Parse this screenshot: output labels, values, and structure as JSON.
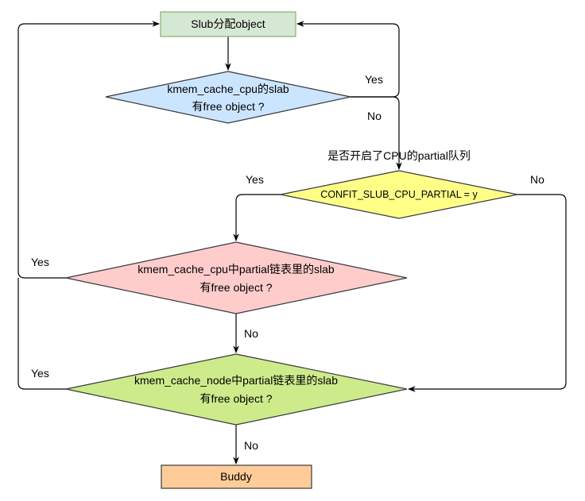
{
  "diagram": {
    "colors": {
      "start_fill": "#d5e8d4",
      "start_stroke": "#82b366",
      "cpu_fill": "#cce5ff",
      "cpu_stroke": "#36393d",
      "partial_cfg_fill": "#ffff88",
      "partial_cfg_stroke": "#36393d",
      "cpu_partial_fill": "#ffcccc",
      "cpu_partial_stroke": "#36393d",
      "node_partial_fill": "#cdeb8b",
      "node_partial_stroke": "#36393d",
      "buddy_fill": "#ffcc99",
      "buddy_stroke": "#36393d",
      "edge": "#000000"
    },
    "nodes": {
      "start": {
        "label": "Slub分配object"
      },
      "cpu_check": {
        "line1": "kmem_cache_cpu的slab",
        "line2": "有free object ?"
      },
      "partial_config": {
        "label": "CONFIT_SLUB_CPU_PARTIAL = y"
      },
      "cpu_partial_check": {
        "line1": "kmem_cache_cpu中partial链表里的slab",
        "line2": "有free object ?"
      },
      "node_partial_check": {
        "line1": "kmem_cache_node中partial链表里的slab",
        "line2": "有free object ?"
      },
      "buddy": {
        "label": "Buddy"
      }
    },
    "annotations": {
      "partial_question": "是否开启了CPU的partial队列"
    },
    "edge_labels": {
      "cpu_yes": "Yes",
      "cpu_no": "No",
      "cfg_yes": "Yes",
      "cfg_no": "No",
      "cpu_partial_yes": "Yes",
      "cpu_partial_no": "No",
      "node_partial_yes": "Yes",
      "node_partial_no": "No"
    }
  }
}
